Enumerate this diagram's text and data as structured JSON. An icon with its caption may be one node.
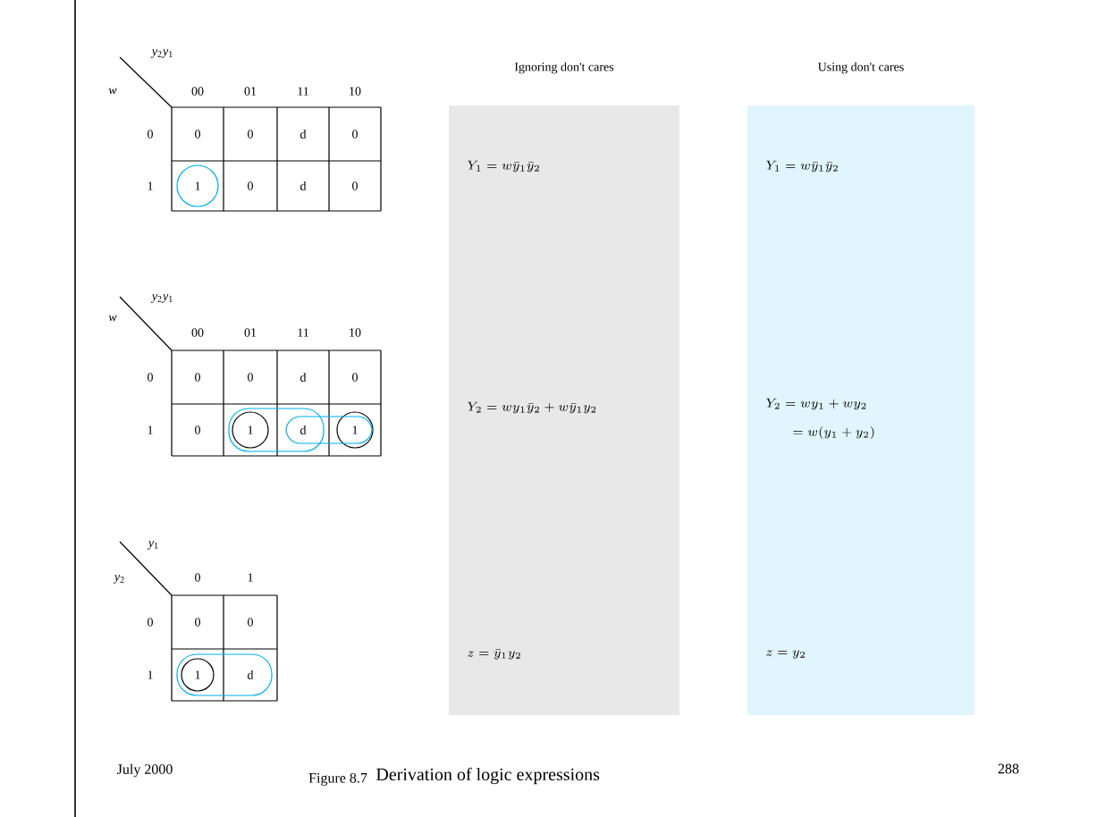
{
  "diagram": {
    "caption": "Derivation of logic expressions",
    "nodes": [
      {
        "text": [
          "Ignoring don't cares",
          "Y_1 = w\\bar{y}_1\\bar{y}_2",
          "Y_2 = wy_1\\bar{y}_2 + w\\bar{y}_1y_2",
          "z = \\bar{y}_1y_2"
        ]
      },
      {
        "text": [
          "Using don't cares",
          "Y_1 = w\\bar{y}_1\\bar{y}_2",
          "Y_2 = wy_1 + wy_2",
          "= w(y_1 + y_2)",
          "z = y_2"
        ]
      }
    ],
    "labels": [
      "*y*$_{2}$*y*$_{1}$",
      "*w*",
      "00",
      "01",
      "11",
      "10",
      "0",
      "0",
      "0",
      "d",
      "0",
      "1",
      "1",
      "0",
      "d",
      "0",
      "*y*$_{2}$*y*$_{1}$",
      "*w*",
      "00",
      "01",
      "11",
      "10",
      "0",
      "0",
      "0",
      "d",
      "0",
      "1",
      "0",
      "1",
      "d",
      "1",
      "*y*$_{1}$",
      "*y*$_{2}$",
      "0",
      "1",
      "0",
      "0",
      "0",
      "1",
      "1",
      "d",
      "July 2000",
      "Figure 8.7",
      "288"
    ]
  }
}
